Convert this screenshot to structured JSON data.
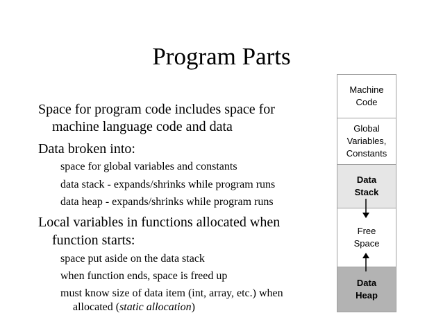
{
  "title": "Program Parts",
  "bullets": {
    "b1": "Space for program code includes space for",
    "b1_cont": "machine language code and data",
    "b2": "Data broken into:",
    "b2_s1": "space for global variables and constants",
    "b2_s2": "data stack - expands/shrinks while program runs",
    "b2_s3": "data heap - expands/shrinks while program runs",
    "b3": "Local variables in functions allocated when",
    "b3_cont": "function starts:",
    "b3_s1": "space put aside on the data stack",
    "b3_s2": "when function ends, space is freed up",
    "b3_s3": "must know size of data item (int, array, etc.) when",
    "b3_s3_cont_a": "allocated (",
    "b3_s3_cont_italic": "static allocation",
    "b3_s3_cont_b": ")"
  },
  "memory": {
    "machine_code": "Machine\nCode",
    "global": "Global\nVariables,\nConstants",
    "stack": "Data\nStack",
    "free": "Free\nSpace",
    "heap": "Data\nHeap"
  },
  "colors": {
    "stack_fill": "#e6e6e6",
    "heap_fill": "#b3b3b3",
    "border": "#9e9e9e"
  }
}
